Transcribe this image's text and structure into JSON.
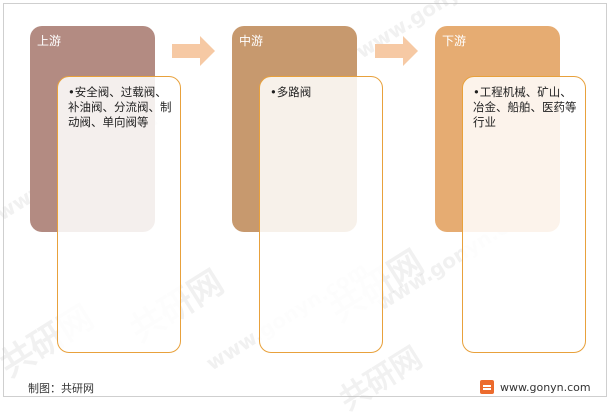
{
  "stages": [
    {
      "label": "上游",
      "text": "•安全阀、过载阀、补油阀、分流阀、制动阀、单向阀等",
      "color": "#b38b82"
    },
    {
      "label": "中游",
      "text": "•多路阀",
      "color": "#c7996e"
    },
    {
      "label": "下游",
      "text": "•工程机械、矿山、冶金、船舶、医药等行业",
      "color": "#e6ac72"
    }
  ],
  "colors": {
    "arrow": "#f6c9a4",
    "card_border": "#e8a13c",
    "logo": "#ec6b2d"
  },
  "footer": {
    "source": "制图：共研网",
    "website": "www.gonyn.com"
  },
  "watermarks": [
    "共研网",
    "www.gonyn.com"
  ]
}
